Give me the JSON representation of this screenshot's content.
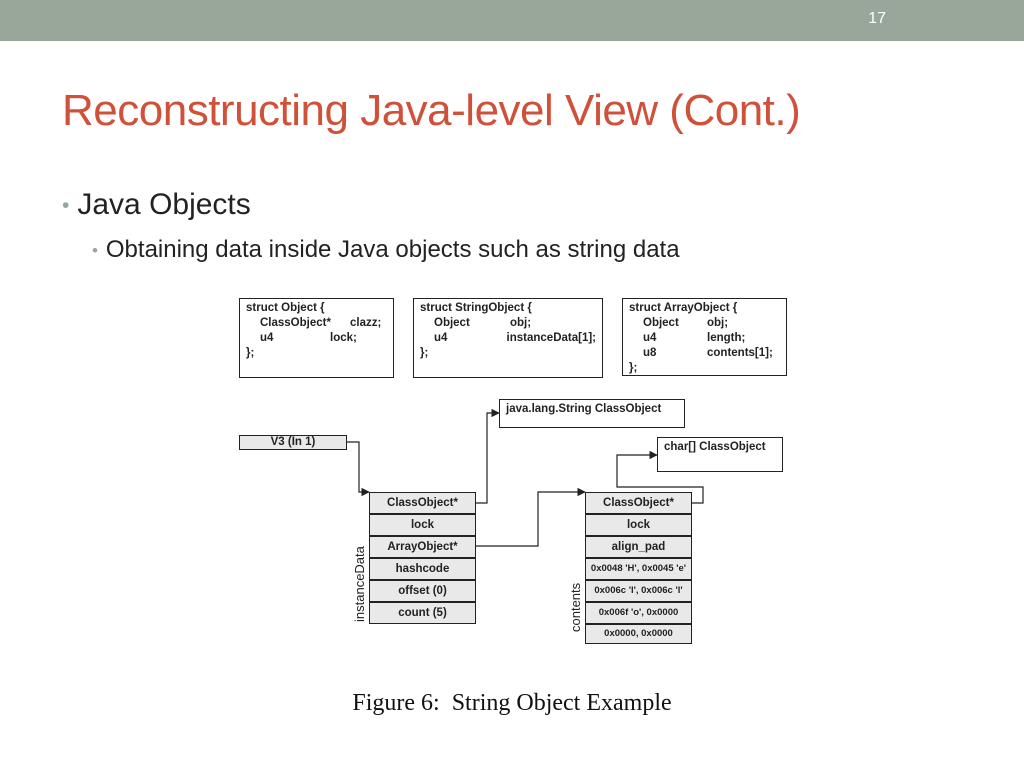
{
  "slide": {
    "number": "17",
    "title": "Reconstructing Java-level View (Cont.)",
    "bullet_level1": "Java Objects",
    "bullet_level2": "Obtaining data inside Java objects such as string data"
  },
  "figure": {
    "struct_object": {
      "header": "struct Object {",
      "rows": [
        [
          "ClassObject*",
          "clazz;"
        ],
        [
          "u4",
          "lock;"
        ]
      ],
      "footer": "};"
    },
    "struct_string_object": {
      "header": "struct StringObject {",
      "rows": [
        [
          "Object",
          "obj;"
        ],
        [
          "u4",
          "instanceData[1];"
        ]
      ],
      "footer": "};"
    },
    "struct_array_object": {
      "header": "struct ArrayObject {",
      "rows": [
        [
          "Object",
          "obj;"
        ],
        [
          "u4",
          "length;"
        ],
        [
          "u8",
          "contents[1];"
        ]
      ],
      "footer": "};"
    },
    "register_label": "V3 (In 1)",
    "string_class_label": "java.lang.String ClassObject",
    "char_array_class_label": "char[] ClassObject",
    "string_cells": [
      "ClassObject*",
      "lock",
      "ArrayObject*",
      "hashcode",
      "offset (0)",
      "count (5)"
    ],
    "string_group_label": "instanceData",
    "array_cells": [
      "ClassObject*",
      "lock",
      "align_pad",
      "0x0048 'H', 0x0045 'e'",
      "0x006c 'l', 0x006c 'l'",
      "0x006f 'o', 0x0000",
      "0x0000, 0x0000"
    ],
    "array_group_label": "contents",
    "caption": "Figure 6:  String Object Example"
  }
}
